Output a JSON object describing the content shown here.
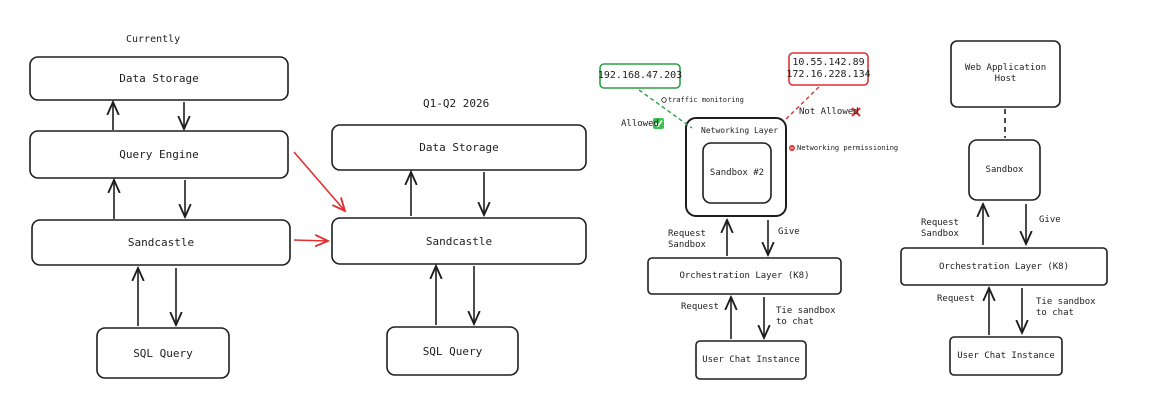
{
  "diagram1": {
    "title": "Currently",
    "data_storage": "Data Storage",
    "query_engine": "Query Engine",
    "sandcastle": "Sandcastle",
    "sql_query": "SQL Query"
  },
  "diagram2": {
    "title": "Q1-Q2 2026",
    "data_storage": "Data Storage",
    "sandcastle": "Sandcastle",
    "sql_query": "SQL Query"
  },
  "diagram3": {
    "ip_allowed": [
      "192.168.47.203"
    ],
    "ip_blocked": [
      "10.55.142.89",
      "172.16.228.134"
    ],
    "traffic_monitoring": "traffic monitoring",
    "allowed": "Allowed",
    "not_allowed": "Not Allowed",
    "networking_layer": "Networking Layer",
    "networking_permissioning": "Networking permissioning",
    "sandbox": "Sandbox #2",
    "request_sandbox": [
      "Request",
      "Sandbox"
    ],
    "give": "Give",
    "orchestration": "Orchestration Layer (K8)",
    "request": "Request",
    "tie_sandbox": [
      "Tie sandbox",
      "to chat"
    ],
    "user_chat": "User Chat Instance"
  },
  "diagram4": {
    "web_host": [
      "Web Application",
      "Host"
    ],
    "sandbox": "Sandbox",
    "request_sandbox": [
      "Request",
      "Sandbox"
    ],
    "give": "Give",
    "orchestration": "Orchestration Layer (K8)",
    "request": "Request",
    "tie_sandbox": [
      "Tie sandbox",
      "to chat"
    ],
    "user_chat": "User Chat Instance"
  },
  "colors": {
    "stroke": "#1e1e1e",
    "red": "#e03131",
    "green": "#2f9e44"
  }
}
